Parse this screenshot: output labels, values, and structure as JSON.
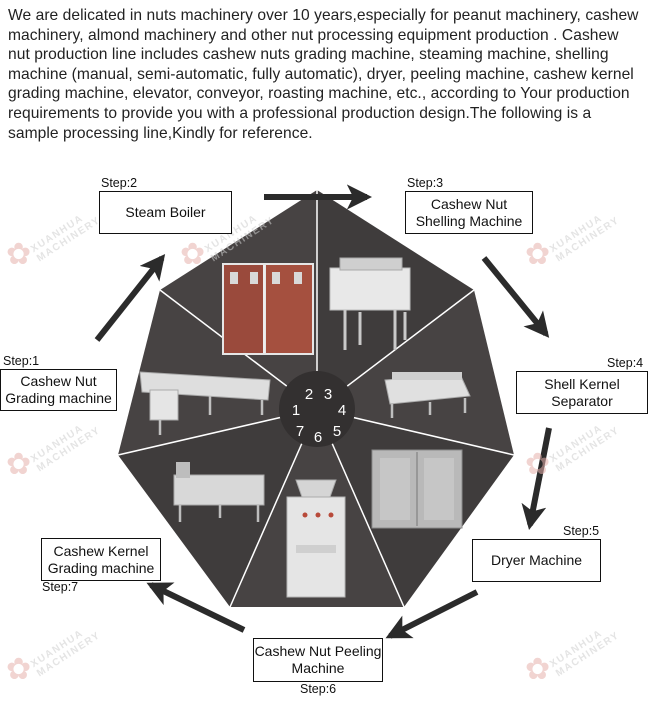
{
  "intro_text": "We are delicated in nuts machinery over 10 years,especially for peanut machinery, cashew machinery, almond machinery and other nut processing equipment production . Cashew nut production line includes cashew nuts grading machine, steaming machine, shelling machine (manual, semi-automatic, fully automatic), dryer, peeling machine, cashew kernel grading machine,  elevator, conveyor, roasting machine, etc., according to Your production requirements to provide you with a professional production design.The following is a sample processing line,Kindly for reference.",
  "watermark": {
    "line1": "XUANHUA",
    "line2": "MACHINERY"
  },
  "steps": [
    {
      "step": "Step:1",
      "label": "Cashew Nut Grading machine",
      "number": "1"
    },
    {
      "step": "Step:2",
      "label": "Steam Boiler",
      "number": "2"
    },
    {
      "step": "Step:3",
      "label": "Cashew Nut Shelling Machine",
      "number": "3"
    },
    {
      "step": "Step:4",
      "label": "Shell Kernel Separator",
      "number": "4"
    },
    {
      "step": "Step:5",
      "label": "Dryer Machine",
      "number": "5"
    },
    {
      "step": "Step:6",
      "label": "Cashew Nut Peeling Machine",
      "number": "6"
    },
    {
      "step": "Step:7",
      "label": "Cashew Kernel Grading machine",
      "number": "7"
    }
  ],
  "colors": {
    "segment": "#474343",
    "segment_dark": "#3b3838",
    "center": "#333030",
    "divider": "#ffffff",
    "arrow": "#2b2b2b"
  }
}
